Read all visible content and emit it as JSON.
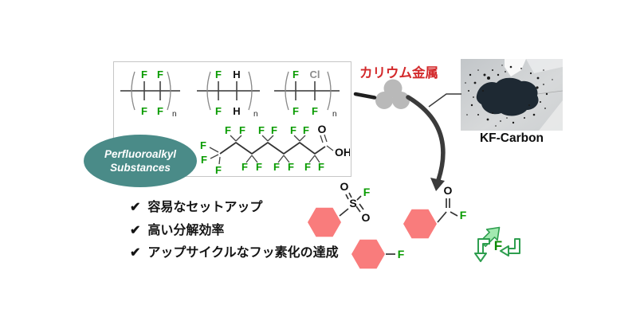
{
  "atoms": {
    "F": "F",
    "H": "H",
    "Cl": "Cl",
    "O": "O",
    "OH": "OH",
    "S": "S",
    "n": "n"
  },
  "pfas_box": {
    "badge_line1": "Perfluoroalkyl",
    "badge_line2": "Substances"
  },
  "reagent_label": "カリウム金属",
  "photo_label": "KF-Carbon",
  "checklist": {
    "check": "✔",
    "items": [
      "容易なセットアップ",
      "高い分解効率",
      "アップサイクルなフッ素化の達成"
    ]
  },
  "colors": {
    "green": "#089b00",
    "red": "#d3292b",
    "teal": "#4a8b88",
    "pink": "#f97c7c",
    "recycle_green": "#2e9e4f",
    "recycle_fill": "#a2e9b0",
    "arrow_dark": "#3b3b3b"
  }
}
